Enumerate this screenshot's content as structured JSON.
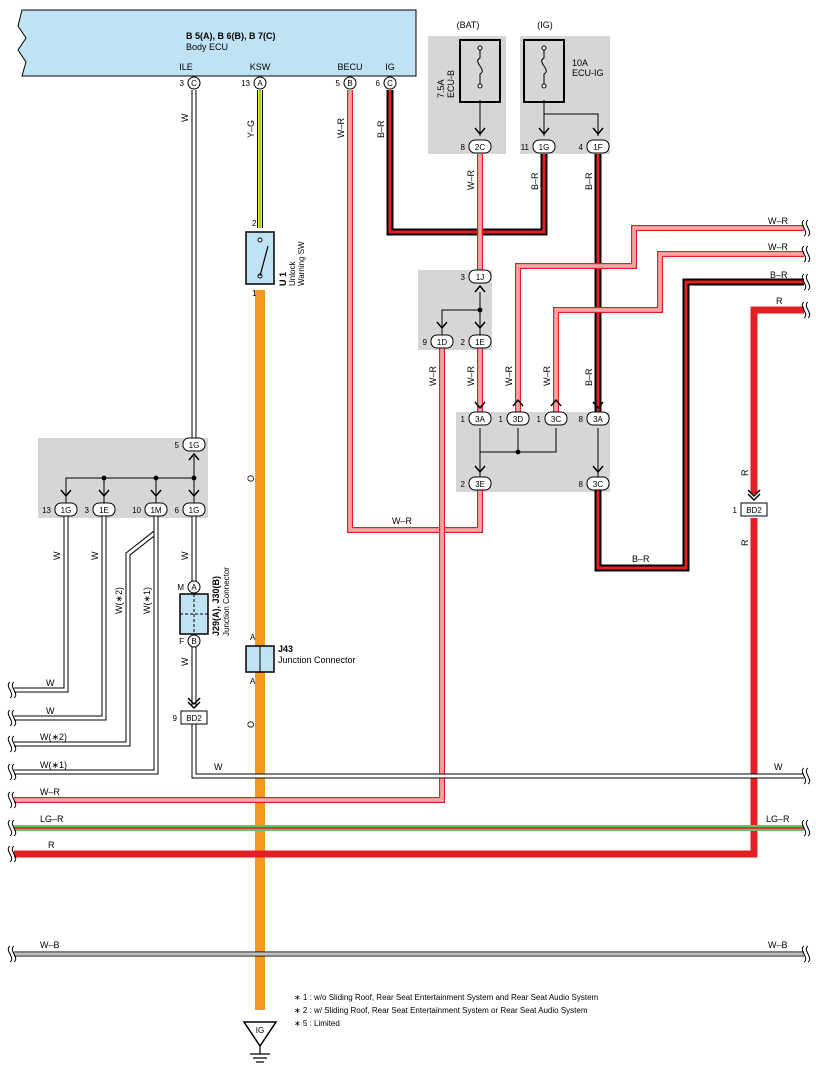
{
  "body_ecu": {
    "connectors": "B 5(A), B 6(B), B 7(C)",
    "name": "Body ECU",
    "pins": [
      {
        "label": "ILE",
        "num": "3",
        "conn": "C"
      },
      {
        "label": "KSW",
        "num": "13",
        "conn": "A"
      },
      {
        "label": "BECU",
        "num": "5",
        "conn": "B"
      },
      {
        "label": "IG",
        "num": "6",
        "conn": "C"
      }
    ]
  },
  "fuses": [
    {
      "source": "(BAT)",
      "rating": "7.5A",
      "name": "ECU-B"
    },
    {
      "source": "(IG)",
      "rating": "10A",
      "name": "ECU-IG"
    }
  ],
  "terminals": {
    "ecub_out": {
      "num": "8",
      "conn": "2C"
    },
    "ecuig_out1": {
      "num": "11",
      "conn": "1G"
    },
    "ecuig_out2": {
      "num": "4",
      "conn": "1F"
    },
    "j_top_in": {
      "num": "3",
      "conn": "1J"
    },
    "j_top_o1": {
      "num": "9",
      "conn": "1D"
    },
    "j_top_o2": {
      "num": "2",
      "conn": "1E"
    },
    "j_mid_a": {
      "num": "1",
      "conn": "3A"
    },
    "j_mid_d": {
      "num": "1",
      "conn": "3D"
    },
    "j_mid_c": {
      "num": "1",
      "conn": "3C"
    },
    "j_mid_a8": {
      "num": "8",
      "conn": "3A"
    },
    "j_mid_e": {
      "num": "2",
      "conn": "3E"
    },
    "j_mid_c8": {
      "num": "8",
      "conn": "3C"
    },
    "left_in": {
      "num": "5",
      "conn": "1G"
    },
    "left_o1": {
      "num": "13",
      "conn": "1G"
    },
    "left_o2": {
      "num": "3",
      "conn": "1E"
    },
    "left_o3": {
      "num": "10",
      "conn": "1M"
    },
    "left_o4": {
      "num": "6",
      "conn": "1G"
    },
    "bd2_left": {
      "num": "9",
      "conn": "BD2"
    },
    "bd2_right": {
      "num": "1",
      "conn": "BD2"
    }
  },
  "switch": {
    "id": "U 1",
    "name1": "Unlock",
    "name2": "Warning SW",
    "pin_top": "2",
    "pin_bottom": "1"
  },
  "junction_j29": {
    "id": "J29(A), J30(B)",
    "name": "Junction Connector",
    "pin_top": "M",
    "conn_top": "A",
    "pin_bottom": "F",
    "conn_bottom": "B"
  },
  "junction_j43": {
    "id": "J43",
    "name": "Junction Connector",
    "pin_top": "A",
    "pin_bottom": "A"
  },
  "ground_label": "IG",
  "wire_labels": {
    "w": "W",
    "yg": "Y–G",
    "wr": "W–R",
    "br": "B–R",
    "o": "O",
    "r": "R",
    "lgr": "LG–R",
    "wb": "W–B",
    "w2": "W(∗2)",
    "w1": "W(∗1)"
  },
  "notes": [
    "∗ 1 : w/o Sliding Roof,  Rear Seat Entertainment System and Rear Seat Audio System",
    "∗ 2 : w/ Sliding Roof,  Rear Seat Entertainment System or Rear Seat Audio System",
    "∗ 5 : Limited"
  ],
  "colors": {
    "ecu_fill": "#bfe3f4",
    "box_fill": "#d6d6d6",
    "orange": "#f39a1e",
    "red": "#e31e24",
    "green": "#6abf69",
    "yellow": "#f5f51e",
    "black": "#000000"
  }
}
